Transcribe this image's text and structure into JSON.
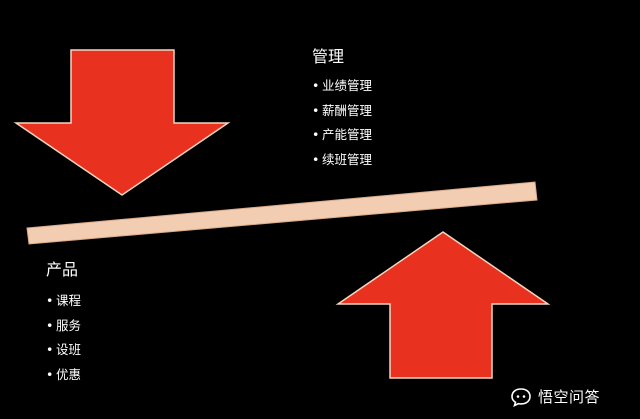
{
  "colors": {
    "background": "#000000",
    "arrow": "#e8321f",
    "arrow_edge": "#f5d6c0",
    "beam": "#f3cdb1",
    "beam_edge": "#d9aa88",
    "text": "#ffffff"
  },
  "management": {
    "heading": "管理",
    "items": [
      "业绩管理",
      "薪酬管理",
      "产能管理",
      "续班管理"
    ]
  },
  "product": {
    "heading": "产品",
    "items": [
      "课程",
      "服务",
      "设班",
      "优惠"
    ]
  },
  "watermark": {
    "label": "悟空问答",
    "icon": "speech-bubble-logo-icon"
  }
}
